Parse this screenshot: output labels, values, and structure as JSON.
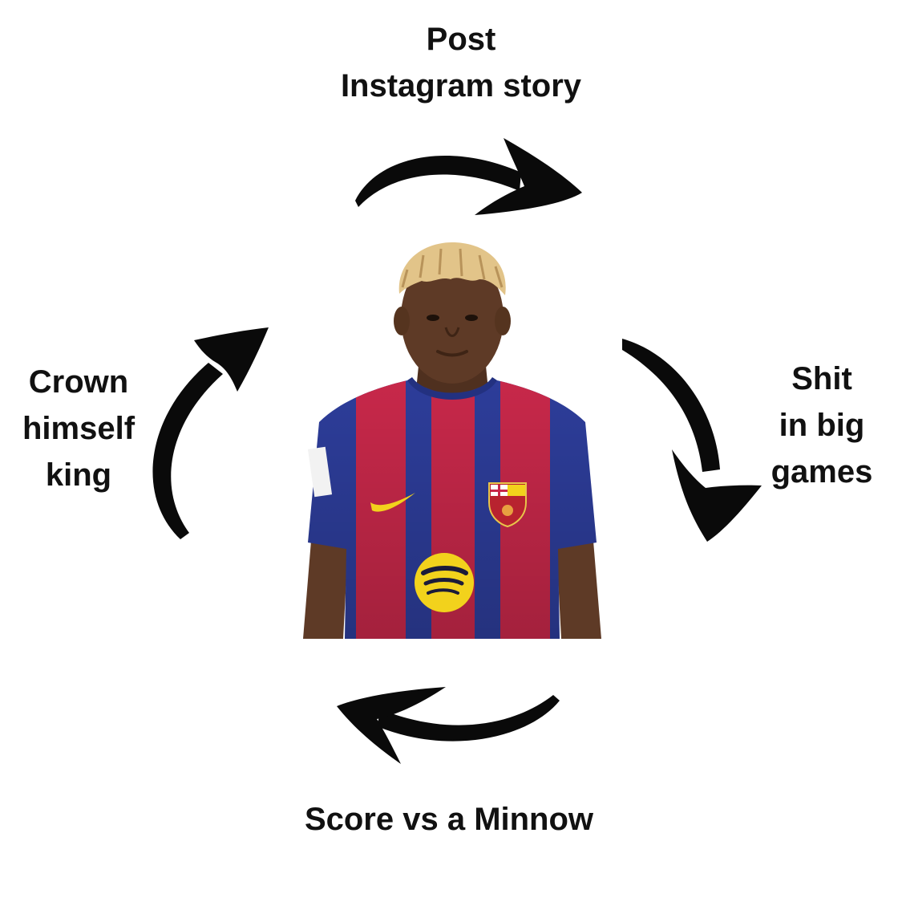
{
  "cycle": {
    "top": {
      "line1": "Post",
      "line2": "Instagram story"
    },
    "right": {
      "line1": "Shit",
      "line2": "in big",
      "line3": "games"
    },
    "bottom": {
      "line1": "Score vs a Minnow"
    },
    "left": {
      "line1": "Crown",
      "line2": "himself",
      "line3": "king"
    }
  },
  "colors": {
    "arrow": "#0a0a0a",
    "text": "#111111",
    "jersey_blue": "#2d3d9a",
    "jersey_red": "#c8284a",
    "sponsor_yellow": "#f2d21c",
    "hair": "#e2c489",
    "skin": "#5e3a26"
  },
  "icons": {
    "arrow": "curved-arrow-icon",
    "crest": "club-crest-icon",
    "sponsor": "sponsor-logo-icon",
    "swoosh": "swoosh-icon"
  }
}
